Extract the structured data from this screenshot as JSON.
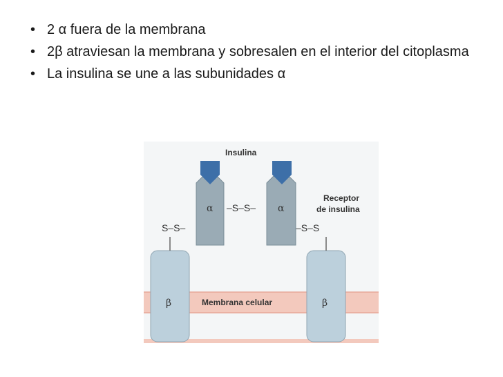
{
  "bullets": [
    {
      "marker": "•",
      "text": "2 α fuera de la membrana"
    },
    {
      "marker": "•",
      "text": "2β atraviesan la membrana y sobresalen en el interior del citoplasma"
    },
    {
      "marker": "•",
      "text": "La insulina  se une a las subunidades α"
    }
  ],
  "diagram": {
    "insulin_label": "Insulina",
    "receptor_label_line1": "Receptor",
    "receptor_label_line2": "de insulina",
    "membrane_label": "Membrana celular",
    "alpha_symbol": "α",
    "beta_symbol": "β",
    "alpha_alpha_bond": "–S–S–",
    "left_bond": "S–S–",
    "right_bond": "–S–S",
    "colors": {
      "insulin": "#3d6fa8",
      "alpha_subunit": "#9aabb5",
      "beta_subunit": "#bcd0dc",
      "membrane": "#f3c9bd",
      "membrane_line": "#e8a89a"
    }
  }
}
